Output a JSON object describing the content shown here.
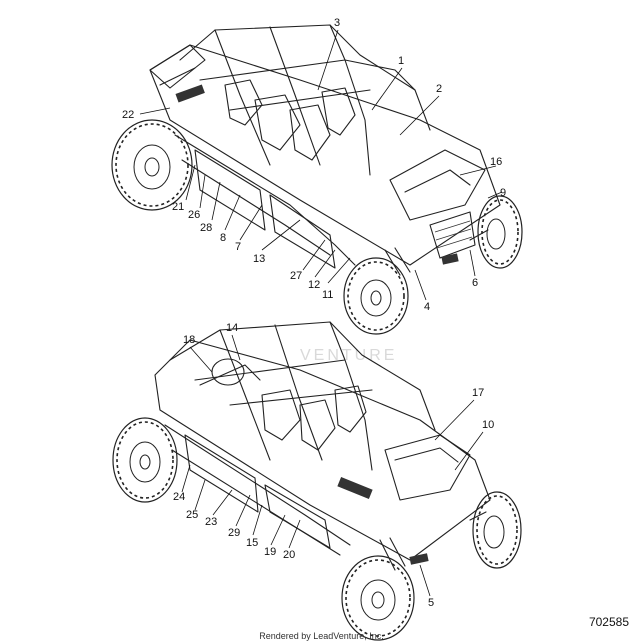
{
  "diagram": {
    "id": "702585",
    "credit": "Rendered by LeadVenture, Inc.",
    "watermark": "VENTURE",
    "callouts": {
      "c1": "1",
      "c2": "2",
      "c3": "3",
      "c4": "4",
      "c5": "5",
      "c6": "6",
      "c7": "7",
      "c8": "8",
      "c9": "9",
      "c10": "10",
      "c11": "11",
      "c12": "12",
      "c13": "13",
      "c14": "14",
      "c15": "15",
      "c16": "16",
      "c17": "17",
      "c18": "18",
      "c19": "19",
      "c20": "20",
      "c21": "21",
      "c22": "22",
      "c23": "23",
      "c24": "24",
      "c25": "25",
      "c26": "26",
      "c27": "27",
      "c28": "28",
      "c29": "29"
    }
  }
}
